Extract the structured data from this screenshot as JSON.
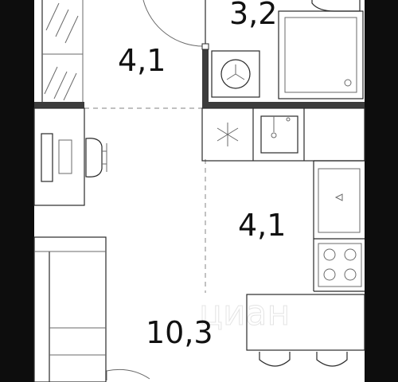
{
  "rooms": [
    {
      "id": "bathroom",
      "area": "3,2"
    },
    {
      "id": "hallway",
      "area": "4,1"
    },
    {
      "id": "kitchen",
      "area": "4,1"
    },
    {
      "id": "living-room",
      "area": "10,3"
    }
  ],
  "watermark": "циан"
}
